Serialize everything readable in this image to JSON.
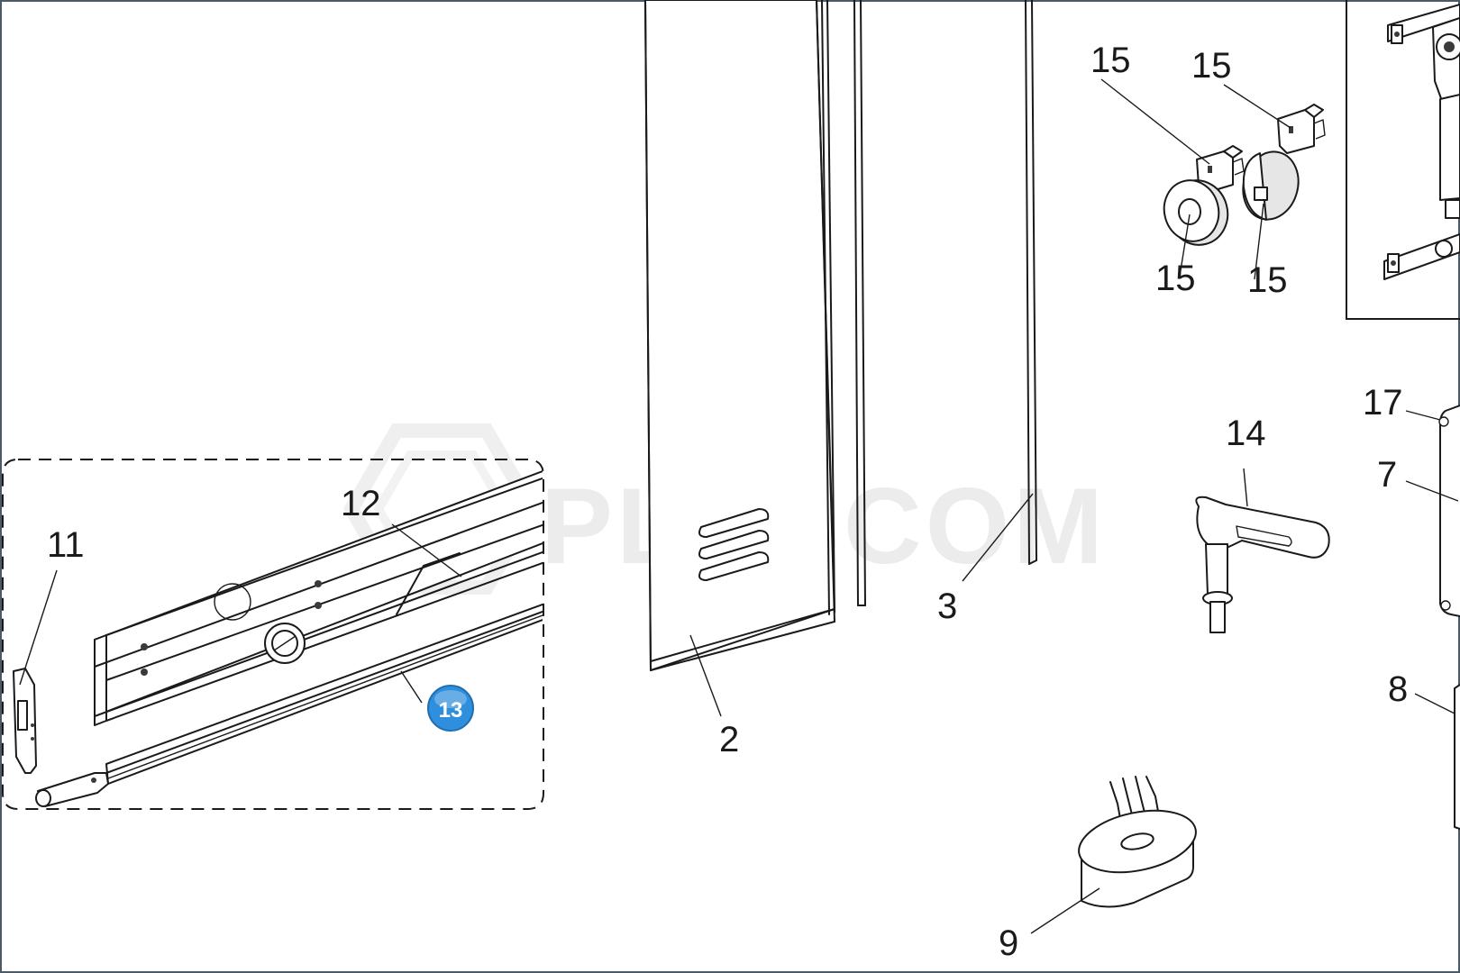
{
  "watermark": "PLUSCOM",
  "badge": {
    "label": "13",
    "color": "#2f8fdc"
  },
  "callouts": {
    "c2": "2",
    "c3": "3",
    "c7": "7",
    "c8": "8",
    "c9": "9",
    "c11": "11",
    "c12": "12",
    "c14": "14",
    "c15a": "15",
    "c15b": "15",
    "c15c": "15",
    "c15d": "15",
    "c17": "17"
  }
}
